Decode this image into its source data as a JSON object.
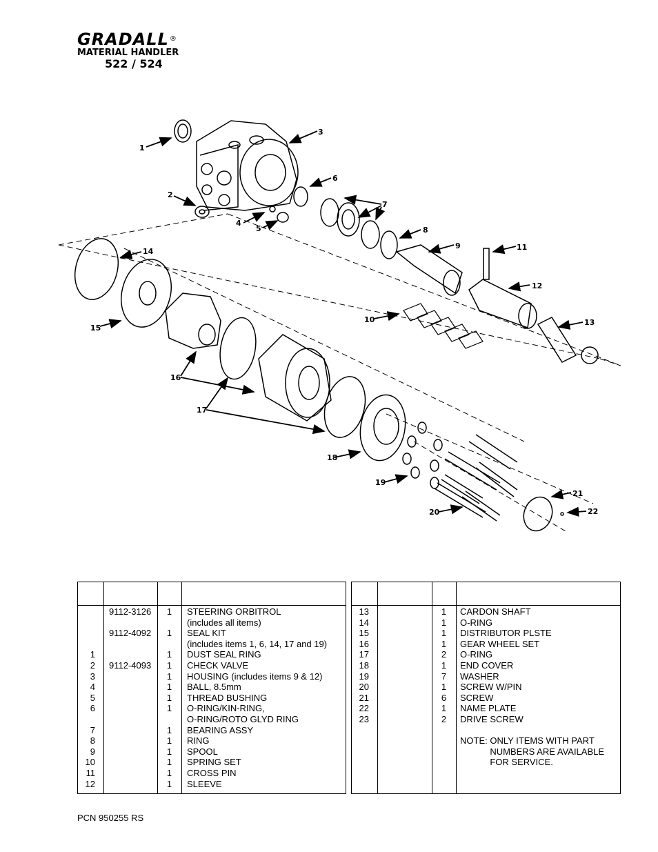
{
  "header": {
    "brand": "GRADALL",
    "registered": "®",
    "product_line": "MATERIAL HANDLER",
    "models": "522 / 524"
  },
  "diagram": {
    "callouts": [
      "1",
      "2",
      "3",
      "4",
      "5",
      "6",
      "7",
      "8",
      "9",
      "10",
      "11",
      "12",
      "13",
      "14",
      "15",
      "16",
      "17",
      "18",
      "19",
      "20",
      "21",
      "22"
    ]
  },
  "left_table": {
    "rows": [
      {
        "item": "",
        "part": "9112-3126",
        "qty": "1",
        "desc": "STEERING ORBITROL"
      },
      {
        "item": "",
        "part": "",
        "qty": "",
        "desc": "(includes all items)"
      },
      {
        "item": "",
        "part": "9112-4092",
        "qty": "1",
        "desc": "SEAL KIT"
      },
      {
        "item": "",
        "part": "",
        "qty": "",
        "desc": "(includes items 1, 6, 14, 17 and 19)"
      },
      {
        "item": "1",
        "part": "",
        "qty": "1",
        "desc": "DUST SEAL RING"
      },
      {
        "item": "2",
        "part": "9112-4093",
        "qty": "1",
        "desc": "CHECK VALVE"
      },
      {
        "item": "3",
        "part": "",
        "qty": "1",
        "desc": "HOUSING (includes items 9 & 12)"
      },
      {
        "item": "4",
        "part": "",
        "qty": "1",
        "desc": "BALL, 8.5mm"
      },
      {
        "item": "5",
        "part": "",
        "qty": "1",
        "desc": "THREAD BUSHING"
      },
      {
        "item": "6",
        "part": "",
        "qty": "1",
        "desc": "O-RING/KIN-RING,"
      },
      {
        "item": "",
        "part": "",
        "qty": "",
        "desc": "O-RING/ROTO GLYD RING"
      },
      {
        "item": "7",
        "part": "",
        "qty": "1",
        "desc": "BEARING ASSY"
      },
      {
        "item": "8",
        "part": "",
        "qty": "1",
        "desc": "RING"
      },
      {
        "item": "9",
        "part": "",
        "qty": "1",
        "desc": "SPOOL"
      },
      {
        "item": "10",
        "part": "",
        "qty": "1",
        "desc": "SPRING SET"
      },
      {
        "item": "11",
        "part": "",
        "qty": "1",
        "desc": "CROSS PIN"
      },
      {
        "item": "12",
        "part": "",
        "qty": "1",
        "desc": "SLEEVE"
      }
    ]
  },
  "right_table": {
    "rows": [
      {
        "item": "13",
        "part": "",
        "qty": "1",
        "desc": "CARDON SHAFT"
      },
      {
        "item": "14",
        "part": "",
        "qty": "1",
        "desc": "O-RING"
      },
      {
        "item": "15",
        "part": "",
        "qty": "1",
        "desc": "DISTRIBUTOR PLSTE"
      },
      {
        "item": "16",
        "part": "",
        "qty": "1",
        "desc": "GEAR WHEEL SET"
      },
      {
        "item": "17",
        "part": "",
        "qty": "2",
        "desc": "O-RING"
      },
      {
        "item": "18",
        "part": "",
        "qty": "1",
        "desc": "END COVER"
      },
      {
        "item": "19",
        "part": "",
        "qty": "7",
        "desc": "WASHER"
      },
      {
        "item": "20",
        "part": "",
        "qty": "1",
        "desc": "SCREW W/PIN"
      },
      {
        "item": "21",
        "part": "",
        "qty": "6",
        "desc": "SCREW"
      },
      {
        "item": "22",
        "part": "",
        "qty": "1",
        "desc": "NAME PLATE"
      },
      {
        "item": "23",
        "part": "",
        "qty": "2",
        "desc": "DRIVE SCREW"
      },
      {
        "item": "",
        "part": "",
        "qty": "",
        "desc": ""
      },
      {
        "item": "",
        "part": "",
        "qty": "",
        "desc": "NOTE: ONLY ITEMS WITH PART"
      },
      {
        "item": "",
        "part": "",
        "qty": "",
        "desc": "            NUMBERS ARE AVAILABLE"
      },
      {
        "item": "",
        "part": "",
        "qty": "",
        "desc": "            FOR SERVICE."
      }
    ]
  },
  "footer": {
    "pcn": "PCN 950255 RS"
  }
}
